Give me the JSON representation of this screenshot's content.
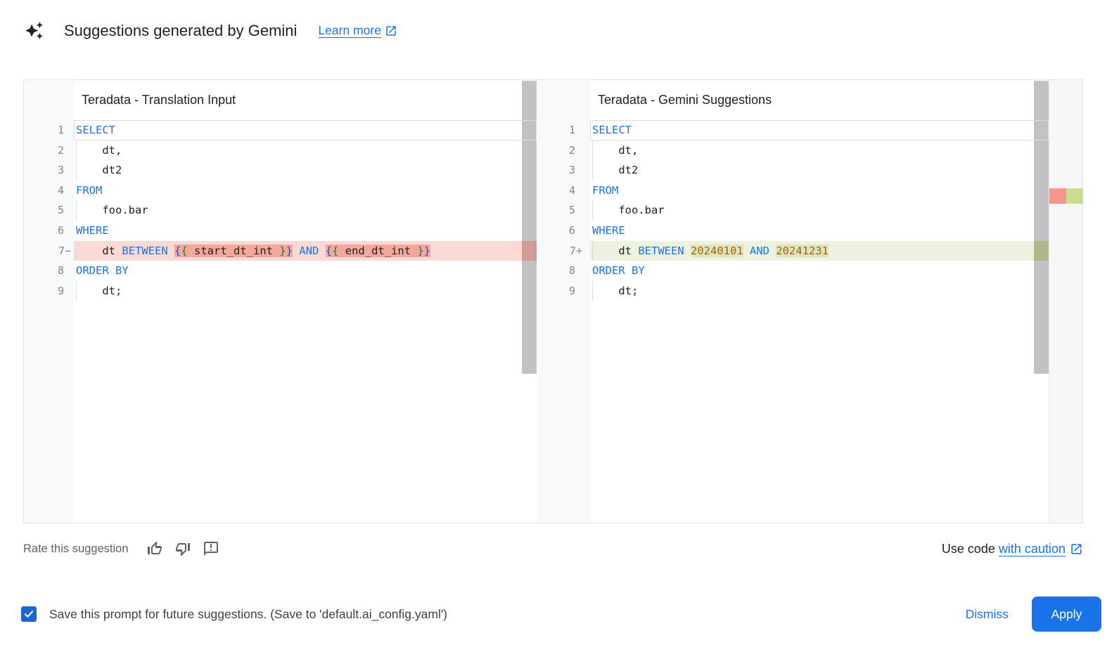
{
  "header": {
    "title": "Suggestions generated by Gemini",
    "learn_more_label": "Learn more"
  },
  "colors": {
    "accent_blue": "#1a73e8",
    "keyword": "#1a73e8",
    "number": "#ab5f11",
    "bracket_blue": "#2946eb",
    "bracket_green": "#188038",
    "deleted_line_bg": "#fbdad5",
    "deleted_token_bg": "#f4a79b",
    "added_line_bg": "#edf2e0",
    "added_token_bg": "#dce6ba",
    "ruler_deleted_mark": "#f6968c",
    "ruler_added_mark": "#c9dc92"
  },
  "panels": [
    {
      "title": "Teradata - Translation Input",
      "lines": [
        {
          "n": "1",
          "tokens": [
            [
              "SELECT",
              "k"
            ]
          ]
        },
        {
          "n": "2",
          "ind": true,
          "tokens": [
            [
              "    dt,",
              "p"
            ]
          ]
        },
        {
          "n": "3",
          "ind": true,
          "tokens": [
            [
              "    dt2",
              "p"
            ]
          ]
        },
        {
          "n": "4",
          "tokens": [
            [
              "FROM",
              "k"
            ]
          ]
        },
        {
          "n": "5",
          "ind": true,
          "tokens": [
            [
              "    foo.bar",
              "p"
            ]
          ]
        },
        {
          "n": "6",
          "tokens": [
            [
              "WHERE",
              "k"
            ]
          ]
        },
        {
          "n": "7",
          "mark": "−",
          "cls": "del",
          "ind": true,
          "tokens": [
            [
              "    dt ",
              "p"
            ],
            [
              "BETWEEN",
              "k"
            ],
            [
              " ",
              "p"
            ],
            [
              "{",
              "bb bgd"
            ],
            [
              "{",
              "gb bgd"
            ],
            [
              " start_dt_int ",
              "p bgd"
            ],
            [
              "}",
              "gb bgd"
            ],
            [
              "}",
              "bb bgd"
            ],
            [
              " ",
              "p"
            ],
            [
              "AND",
              "k"
            ],
            [
              " ",
              "p"
            ],
            [
              "{",
              "bb bgd"
            ],
            [
              "{",
              "gb bgd"
            ],
            [
              " end_dt_int ",
              "p bgd"
            ],
            [
              "}",
              "gb bgd"
            ],
            [
              "}",
              "bb bgd"
            ]
          ]
        },
        {
          "n": "8",
          "tokens": [
            [
              "ORDER BY",
              "k"
            ]
          ]
        },
        {
          "n": "9",
          "ind": true,
          "tokens": [
            [
              "    dt;",
              "p"
            ]
          ]
        }
      ]
    },
    {
      "title": "Teradata - Gemini Suggestions",
      "lines": [
        {
          "n": "1",
          "tokens": [
            [
              "SELECT",
              "k"
            ]
          ]
        },
        {
          "n": "2",
          "ind": true,
          "tokens": [
            [
              "    dt,",
              "p"
            ]
          ]
        },
        {
          "n": "3",
          "ind": true,
          "tokens": [
            [
              "    dt2",
              "p"
            ]
          ]
        },
        {
          "n": "4",
          "tokens": [
            [
              "FROM",
              "k"
            ]
          ]
        },
        {
          "n": "5",
          "ind": true,
          "tokens": [
            [
              "    foo.bar",
              "p"
            ]
          ]
        },
        {
          "n": "6",
          "tokens": [
            [
              "WHERE",
              "k"
            ]
          ]
        },
        {
          "n": "7",
          "mark": "+",
          "cls": "add",
          "ind": true,
          "tokens": [
            [
              "    dt ",
              "p"
            ],
            [
              "BETWEEN",
              "k"
            ],
            [
              " ",
              "p"
            ],
            [
              "20240101",
              "n bga"
            ],
            [
              " ",
              "p"
            ],
            [
              "AND",
              "k"
            ],
            [
              " ",
              "p"
            ],
            [
              "20241231",
              "n bga"
            ]
          ]
        },
        {
          "n": "8",
          "tokens": [
            [
              "ORDER BY",
              "k"
            ]
          ]
        },
        {
          "n": "9",
          "ind": true,
          "tokens": [
            [
              "    dt;",
              "p"
            ]
          ]
        }
      ]
    }
  ],
  "footer": {
    "rate_label": "Rate this suggestion",
    "use_code_prefix": "Use code",
    "use_code_link": "with caution"
  },
  "save_bar": {
    "checkbox_checked": true,
    "label": "Save this prompt for future suggestions. (Save to 'default.ai_config.yaml')",
    "dismiss_label": "Dismiss",
    "apply_label": "Apply"
  }
}
